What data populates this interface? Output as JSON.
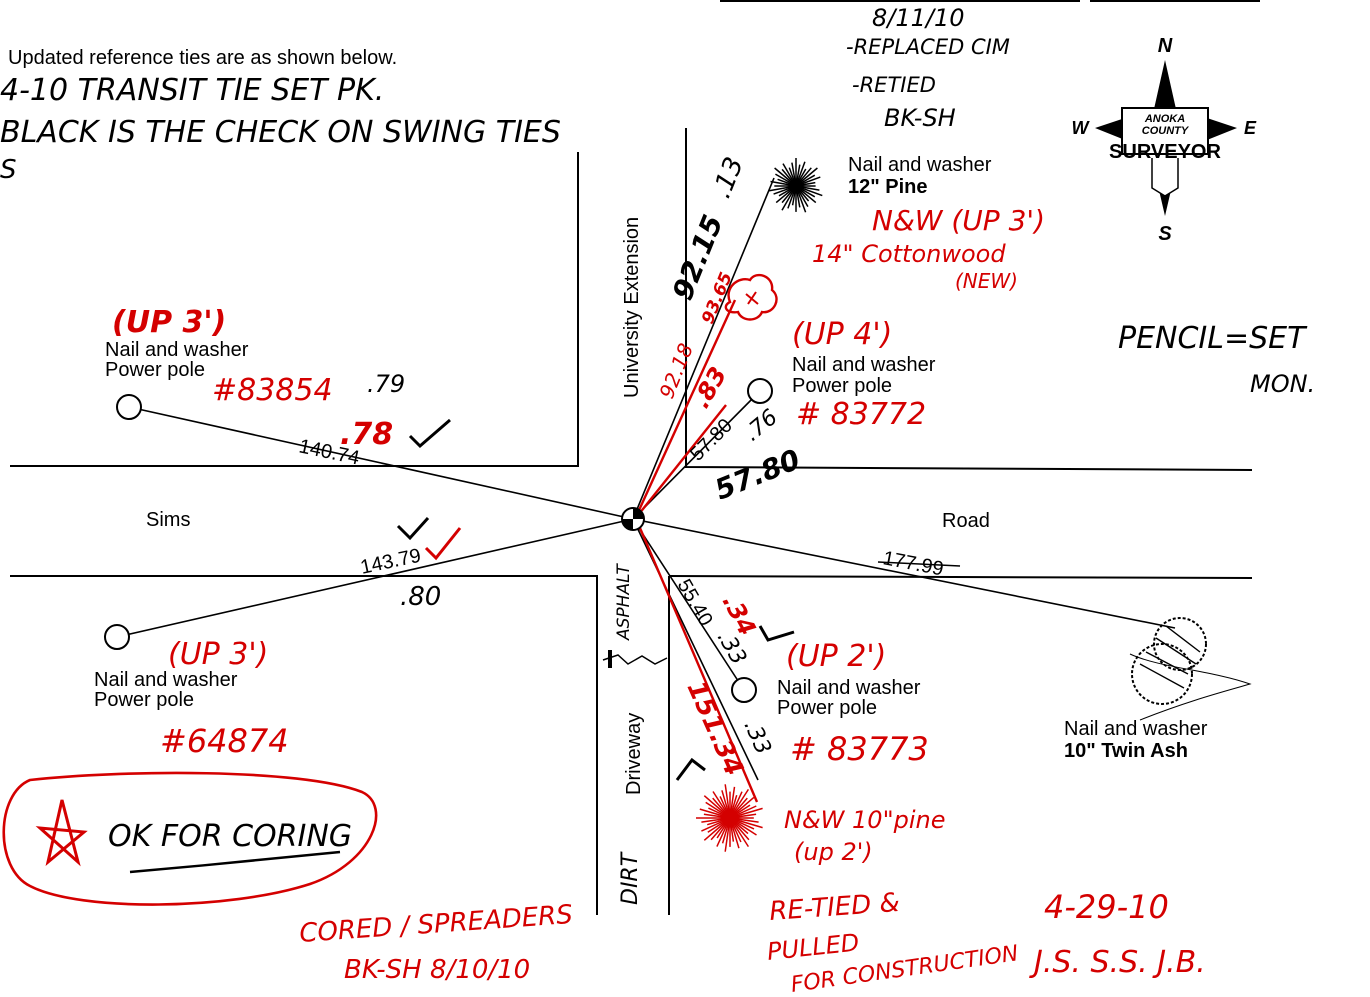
{
  "header": {
    "intro": "Updated reference ties are as shown below.",
    "note_line1": "4-10 TRANSIT TIE SET PK.",
    "note_line2": "BLACK IS THE CHECK ON SWING TIES",
    "note_line3": "S"
  },
  "revision": {
    "date": "8/11/10",
    "line1": "-REPLACED CIM",
    "line2": "-RETIED",
    "initials": "BK-SH"
  },
  "compass": {
    "north": "N",
    "south": "S",
    "east": "E",
    "west": "W",
    "org_line1": "ANOKA",
    "org_line2": "COUNTY",
    "org_line3": "SURVEYOR"
  },
  "pencil_note": {
    "line1": "PENCIL=SET",
    "line2": "MON."
  },
  "roads": {
    "west_name": "Sims",
    "east_name": "Road",
    "north_street": "University Extension",
    "south_asphalt": "ASPHALT",
    "south_driveway": "Driveway",
    "south_dirt": "DIRT"
  },
  "ties": {
    "nw": {
      "label1": "Nail and washer",
      "label2": "Power pole",
      "dist": "140.74",
      "check": ".79",
      "red_check": ".78",
      "red_up": "(UP 3')",
      "red_id": "#83854",
      "mark": "✓"
    },
    "ne_pole": {
      "label1": "Nail and washer",
      "label2": "Power pole",
      "dist": "57.80",
      "dist2": "57.80",
      "check": ".76",
      "red_check": ".83",
      "red_up": "(UP 4')",
      "red_id": "# 83772"
    },
    "ne_pine": {
      "label1": "Nail and washer",
      "label2": "12\" Pine",
      "dist": "92.15",
      "check": ".13",
      "red_dist": "93.65",
      "red_dist2": "92.18",
      "red_line1": "N&W (UP 3')",
      "red_line2": "14\" Cottonwood",
      "red_line3": "(NEW)"
    },
    "sw": {
      "label1": "Nail and washer",
      "label2": "Power pole",
      "dist": "143.79",
      "check": ".80",
      "red_up": "(UP 3')",
      "red_id": "#64874",
      "mark": "✓"
    },
    "se_pole": {
      "label1": "Nail and washer",
      "label2": "Power pole",
      "dist": "55.40",
      "check": ".33",
      "red_check": ".34",
      "red_up": "(UP 2')",
      "red_id": "# 83773",
      "mark": "✓"
    },
    "se_pine": {
      "dist": "151.34",
      "check": ".33",
      "red_line1": "N&W 10\"pine",
      "red_line2": "(up 2')"
    },
    "e_ash": {
      "label1": "Nail and washer",
      "label2": "10\" Twin Ash",
      "dist": "177.99"
    }
  },
  "footer": {
    "ok_note": "OK FOR CORING",
    "cored_line1": "CORED / SPREADERS",
    "cored_line2": "BK-SH 8/10/10",
    "retied_line1": "RE-TIED &",
    "retied_line2": "PULLED",
    "retied_line3": "FOR CONSTRUCTION",
    "retied_date": "4-29-10",
    "crew": "J.S. S.S. J.B."
  },
  "colors": {
    "ink": "#000000",
    "red_pen": "#d40000"
  }
}
